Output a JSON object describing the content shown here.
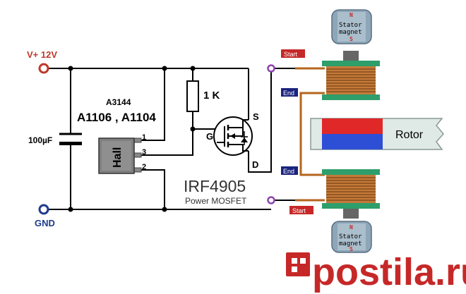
{
  "power": {
    "vplus": "V+ 12V",
    "gnd": "GND"
  },
  "capacitor": {
    "label": "100µF"
  },
  "sensor": {
    "model": "A3144",
    "alternatives": "A1106 , A1104",
    "label": "Hall",
    "pins": [
      "1",
      "3",
      "2"
    ]
  },
  "resistor": {
    "label": "1 K"
  },
  "mosfet": {
    "name": "IRF4905",
    "subtitle": "Power MOSFET",
    "pin_g": "G",
    "pin_s": "S",
    "pin_d": "D"
  },
  "coils": {
    "start_label": "Start",
    "end_label": "End"
  },
  "stator": {
    "line1": "Stator",
    "line2": "magnet",
    "n": "N",
    "s": "S"
  },
  "rotor": {
    "label": "Rotor"
  },
  "watermark": {
    "text": "postila.ru"
  },
  "colors": {
    "wire": "#000000",
    "terminal": "#c0392b",
    "gnd_terminal": "#1f3b8c",
    "magenta": "#8e44ad",
    "coil": "#b5651d",
    "core": "#2e9e6b",
    "rotor_red": "#e02828",
    "rotor_blue": "#2d4fd6",
    "watermark": "#c62828"
  }
}
